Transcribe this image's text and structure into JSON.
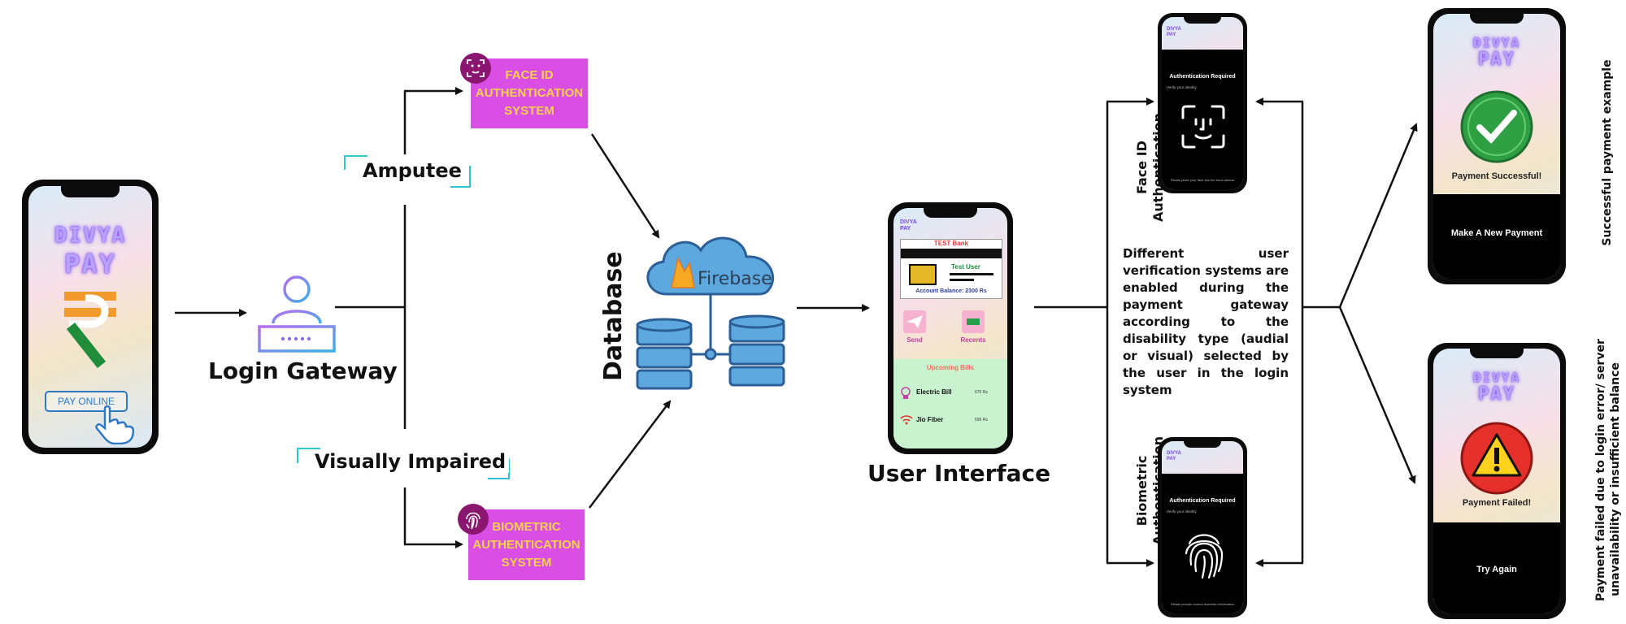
{
  "left_phone": {
    "brand_line1": "DIVYA",
    "brand_line2": "PAY",
    "currency_symbol": "₹",
    "pay_button": "PAY ONLINE"
  },
  "login": {
    "title": "Login Gateway"
  },
  "branches": {
    "amputee": "Amputee",
    "visually_impaired": "Visually Impaired"
  },
  "auth_boxes": {
    "face": "FACE ID\nAUTHENTICATION\nSYSTEM",
    "biometric": "BIOMETRIC\nAUTHENTICATION\nSYSTEM"
  },
  "database": {
    "label": "Database",
    "cloud_text": "Firebase"
  },
  "user_interface": {
    "title": "User Interface",
    "brand": "DIVYA PAY",
    "bank": "TEST Bank",
    "user": "Test User",
    "balance": "Account Balance: 2300 Rs",
    "send": "Send",
    "recents": "Recents",
    "upcoming": "Upcoming Bills",
    "bills": [
      {
        "name": "Electric Bill",
        "amount": "670 Rs"
      },
      {
        "name": "Jio Fiber",
        "amount": "599 Rs"
      }
    ]
  },
  "face_phone": {
    "side_label_1": "Face ID",
    "side_label_2": "Authentication",
    "brand": "DIVYA PAY",
    "title": "Authentication Required",
    "subtitle": "Verify your identity",
    "hint": "Please place your face into the front camera"
  },
  "bio_phone": {
    "side_label_1": "Biometric",
    "side_label_2": "Authentication",
    "brand": "DIVYA PAY",
    "title": "Authentication Required",
    "subtitle": "Verify your identity",
    "hint": "Please provide correct biometric information"
  },
  "description": "Different user verification systems are enabled during the payment gateway according to the disability type (audial or visual) selected by the user in the login system",
  "success_phone": {
    "brand_line1": "DIVYA",
    "brand_line2": "PAY",
    "message": "Payment Successful!",
    "button": "Make A New Payment",
    "side_label": "Successful payment example"
  },
  "fail_phone": {
    "brand_line1": "DIVYA",
    "brand_line2": "PAY",
    "message": "Payment Failed!",
    "button": "Try Again",
    "side_label_1": "Payment failed due to login error/ server",
    "side_label_2": "unavailability or insufficient balance"
  },
  "colors": {
    "magenta": "#d94fe6",
    "gold": "#ffd24a",
    "cloud_blue": "#5ea8e0",
    "success_green": "#2ea043",
    "fail_red": "#e5302b",
    "ui_green": "#c9f3cf"
  }
}
